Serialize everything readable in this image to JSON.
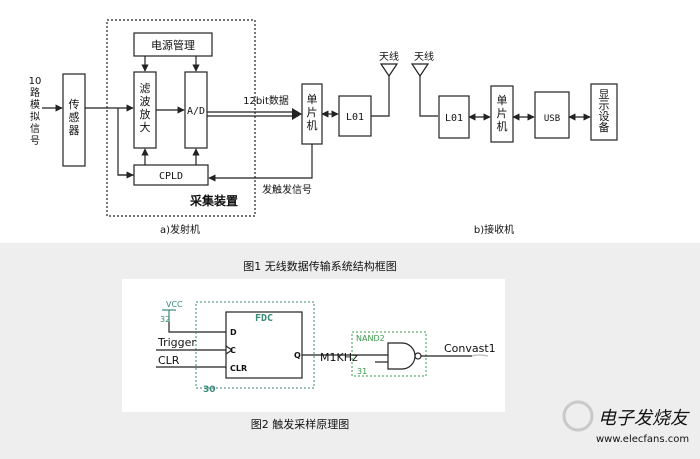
{
  "fig1": {
    "input_label": [
      "10",
      "路",
      "模",
      "拟",
      "信",
      "号"
    ],
    "sensor": [
      "传",
      "感",
      "器"
    ],
    "power": "电源管理",
    "filter_amp": [
      "滤",
      "波",
      "放",
      "大"
    ],
    "adc": "A/D",
    "cpld": "CPLD",
    "acq_device": "采集装置",
    "bus_12bit": "12bit数据",
    "mcu_tx": [
      "单",
      "片",
      "机"
    ],
    "lo1_tx": "L01",
    "antenna_tx": "天线",
    "antenna_rx": "天线",
    "trigger_signal": "发触发信号",
    "lo1_rx": "L01",
    "mcu_rx": [
      "单",
      "片",
      "机"
    ],
    "usb": "USB",
    "display": [
      "显",
      "示",
      "设",
      "备"
    ],
    "label_a": "a)发射机",
    "label_b": "b)接收机",
    "caption": "图1 无线数据传输系统结构框图"
  },
  "fig2": {
    "vcc": "VCC",
    "vcc_num": "32",
    "fdc": "FDC",
    "pin_d": "D",
    "pin_c": "C",
    "pin_clr": "CLR",
    "pin_q": "Q",
    "trigger": "Trigger",
    "clr": "CLR",
    "num_30": "30",
    "nand": "NAND2",
    "num_31": "31",
    "m1khz": "M1KHz",
    "convast": "Convast1",
    "caption": "图2 触发采样原理图"
  },
  "watermark": "电子发烧友",
  "watermark_url": "www.elecfans.com",
  "colors": {
    "line": "#222222",
    "caption_band": "#eeeeee",
    "pin_teal": "#3a8a7a",
    "gate_green": "#3a9a4a",
    "watermark": "#c9c9c9"
  }
}
